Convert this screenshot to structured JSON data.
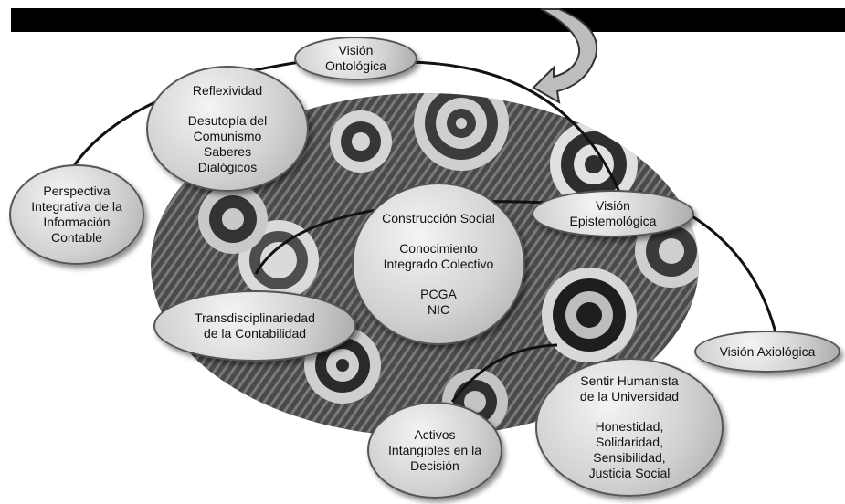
{
  "diagram": {
    "colors": {
      "topbar": "#000000",
      "disk": "#3a3a3a",
      "bubble_light": "#f4f4f4",
      "bubble_dark": "#a9a9a9"
    },
    "nodes": {
      "vision_ontologica": {
        "lines": [
          "Visión",
          "Ontológica"
        ]
      },
      "reflexividad": {
        "lines": [
          "Reflexividad"
        ],
        "lines2": [
          "Desutopía del",
          "Comunismo",
          "Saberes",
          "Dialógicos"
        ]
      },
      "perspectiva": {
        "lines": [
          "Perspectiva",
          "Integrativa de la",
          "Información",
          "Contable"
        ]
      },
      "construccion": {
        "lines": [
          "Construcción Social"
        ],
        "lines2": [
          "Conocimiento",
          "Integrado Colectivo"
        ],
        "lines3": [
          "PCGA",
          "NIC"
        ]
      },
      "vision_epistemologica": {
        "lines": [
          "Visión",
          "Epistemológica"
        ]
      },
      "transdisciplinariedad": {
        "lines": [
          "Transdisciplinariedad",
          "de la Contabilidad"
        ]
      },
      "vision_axiologica": {
        "lines": [
          "Visión Axiológica"
        ]
      },
      "sentir_humanista": {
        "lines": [
          "Sentir Humanista",
          "de la Universidad"
        ],
        "lines2": [
          "Honestidad,",
          "Solidaridad,",
          "Sensibilidad,",
          "Justicia Social"
        ]
      },
      "activos": {
        "lines": [
          "Activos",
          "Intangibles en la",
          "Decisión"
        ]
      }
    }
  }
}
